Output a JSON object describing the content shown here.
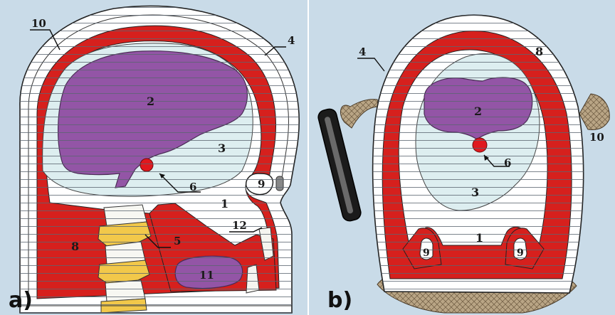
{
  "panels": [
    {
      "label": "a)",
      "callouts": {
        "n1": "1",
        "n2": "2",
        "n3": "3",
        "n4": "4",
        "n5": "5",
        "n6": "6",
        "n8": "8",
        "n9": "9",
        "n10": "10",
        "n11": "11",
        "n12": "12"
      }
    },
    {
      "label": "b)",
      "callouts": {
        "n1": "1",
        "n2": "2",
        "n3": "3",
        "n4": "4",
        "n6": "6",
        "n8": "8",
        "n9l": "9",
        "n9r": "9",
        "n10": "10"
      }
    }
  ],
  "colors": {
    "background": "#c9dbe8",
    "skin_band": "#ffffff",
    "bone": "#d6201d",
    "csf": "#ddeef0",
    "brain": "#9355a6",
    "hypothalamus": "#e0181e",
    "vertebra_disc": "#f2c84a",
    "mesh": "#7b6a55"
  }
}
